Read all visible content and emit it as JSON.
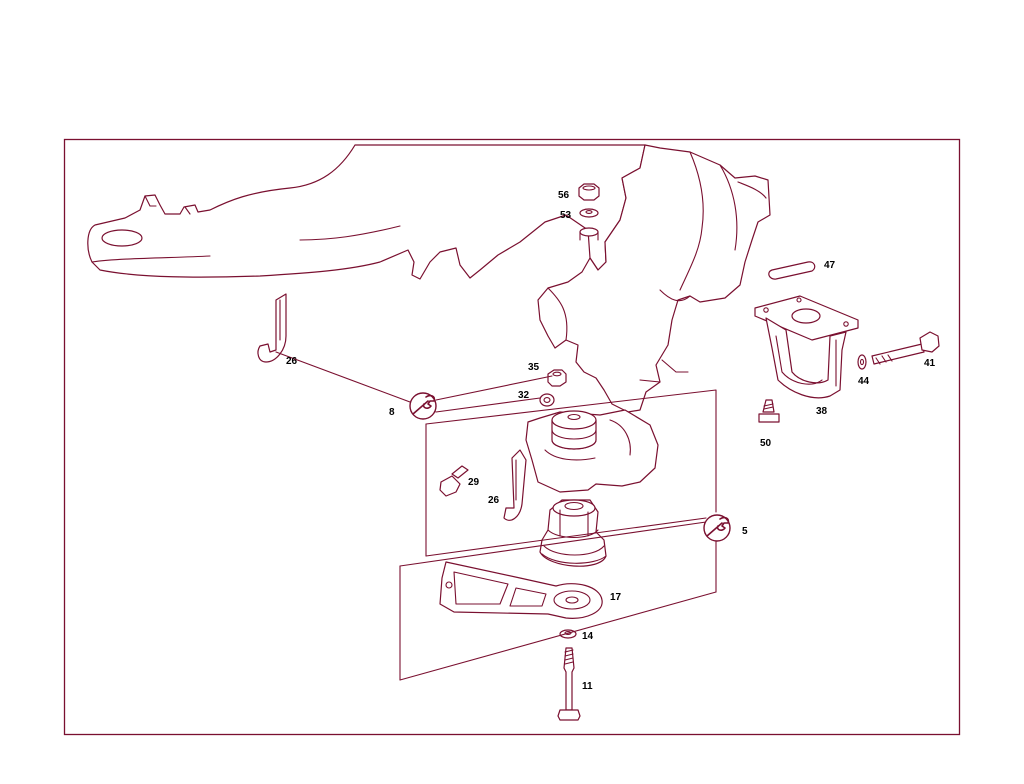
{
  "colors": {
    "line": "#7a1030",
    "label": "#000000",
    "background": "#ffffff"
  },
  "labels": {
    "p56": "56",
    "p53": "53",
    "p47": "47",
    "p41": "41",
    "p44": "44",
    "p38": "38",
    "p50": "50",
    "p35": "35",
    "p32": "32",
    "p26a": "26",
    "p8": "8",
    "p29": "29",
    "p26b": "26",
    "p5": "5",
    "p17": "17",
    "p14": "14",
    "p11": "11"
  },
  "icons": {
    "tool_marker": "wrench-icon"
  }
}
